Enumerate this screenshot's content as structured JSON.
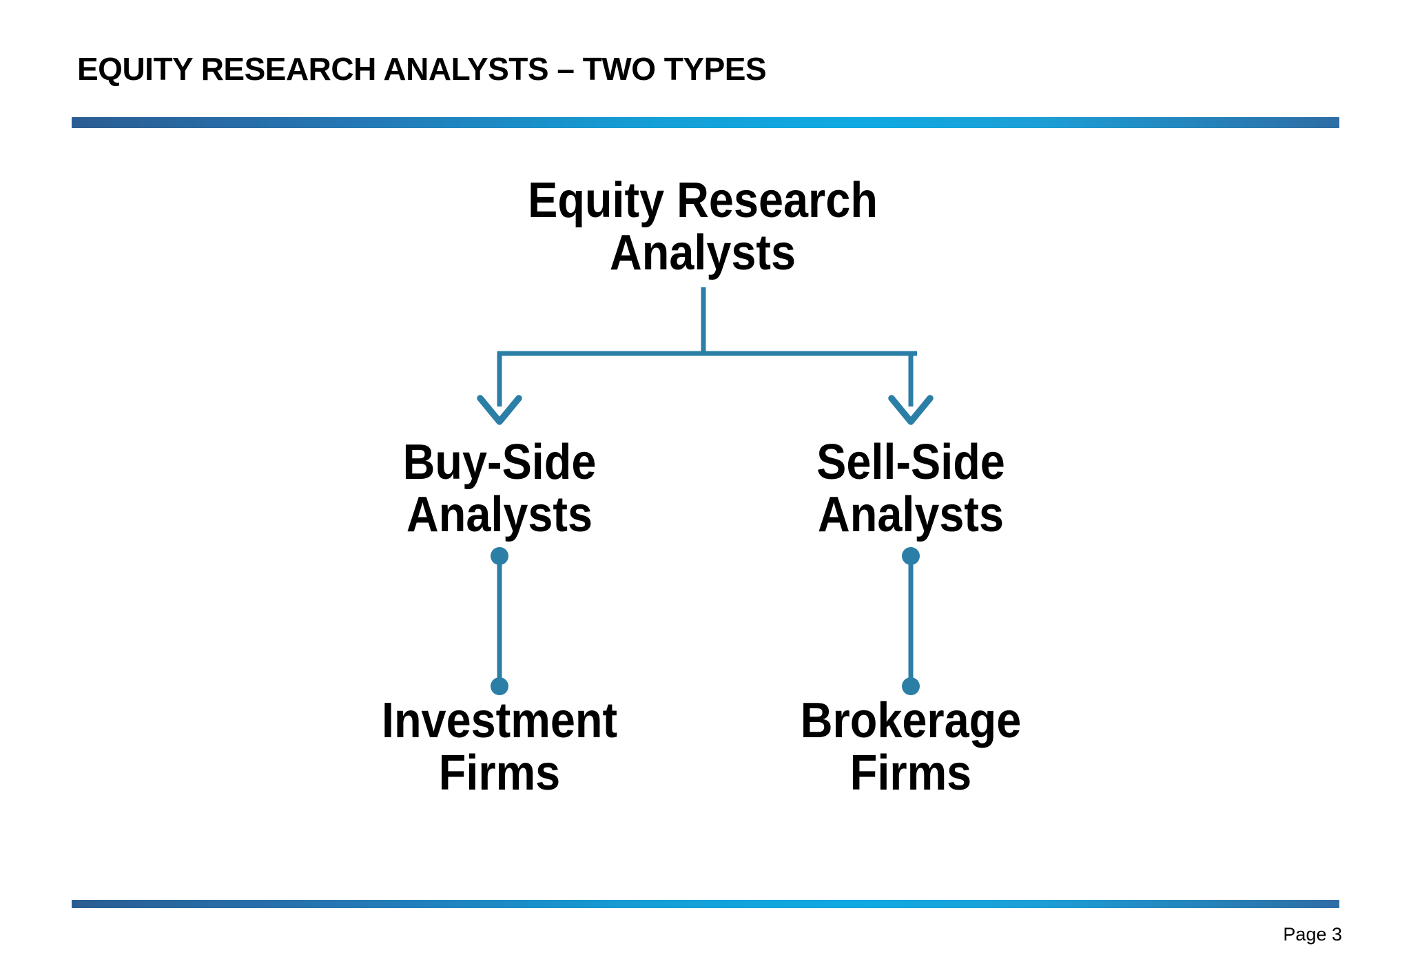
{
  "page": {
    "title": "EQUITY RESEARCH ANALYSTS – TWO TYPES",
    "page_number_label": "Page 3"
  },
  "colors": {
    "connector_teal": "#2b7ea6",
    "bar_gradient_left": "#2b5d92",
    "bar_gradient_mid": "#0fa9e2",
    "bar_gradient_right": "#2e6da4",
    "text": "#000000",
    "background": "#ffffff"
  },
  "diagram": {
    "root": {
      "lines": [
        "Equity Research",
        "Analysts"
      ]
    },
    "branches": [
      {
        "side": "left",
        "node_lines": [
          "Buy-Side",
          "Analysts"
        ],
        "child_lines": [
          "Investment",
          "Firms"
        ]
      },
      {
        "side": "right",
        "node_lines": [
          "Sell-Side",
          "Analysts"
        ],
        "child_lines": [
          "Brokerage",
          "Firms"
        ]
      }
    ]
  }
}
